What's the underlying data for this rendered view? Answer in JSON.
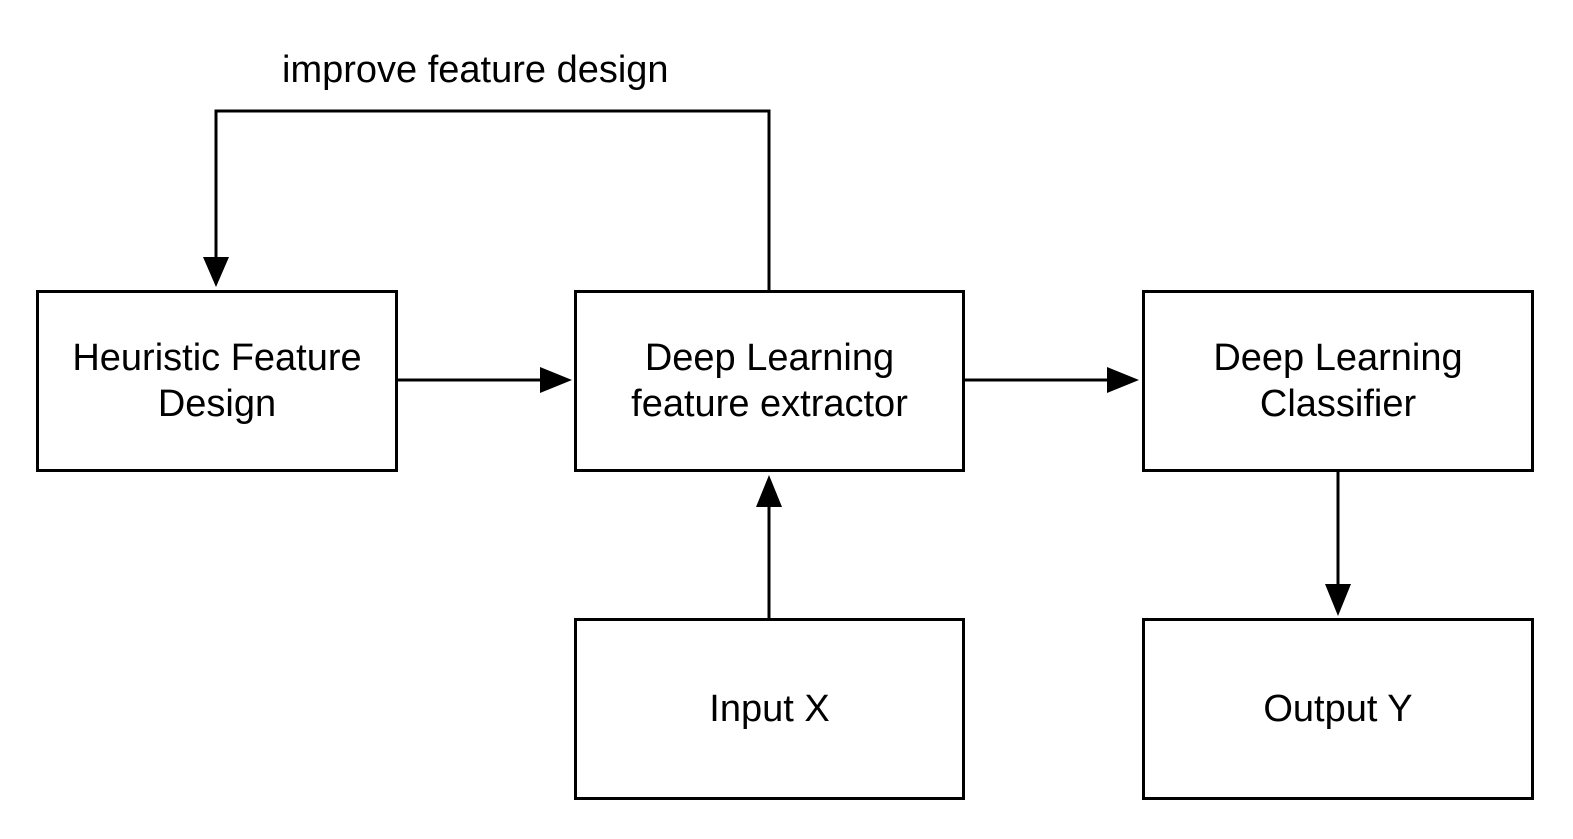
{
  "diagram": {
    "feedback_label": "improve feature design",
    "nodes": {
      "heuristic": {
        "lines": [
          "Heuristic Feature",
          "Design"
        ]
      },
      "extractor": {
        "lines": [
          "Deep Learning",
          "feature extractor"
        ]
      },
      "classifier": {
        "lines": [
          "Deep Learning",
          "Classifier"
        ]
      },
      "input": {
        "lines": [
          "Input X"
        ]
      },
      "output": {
        "lines": [
          "Output Y"
        ]
      }
    },
    "edges": [
      {
        "from": "heuristic",
        "to": "extractor"
      },
      {
        "from": "extractor",
        "to": "classifier"
      },
      {
        "from": "input",
        "to": "extractor"
      },
      {
        "from": "classifier",
        "to": "output"
      },
      {
        "from": "extractor",
        "to": "heuristic",
        "label": "improve feature design"
      }
    ],
    "colors": {
      "stroke": "#000000",
      "background": "#ffffff"
    }
  }
}
